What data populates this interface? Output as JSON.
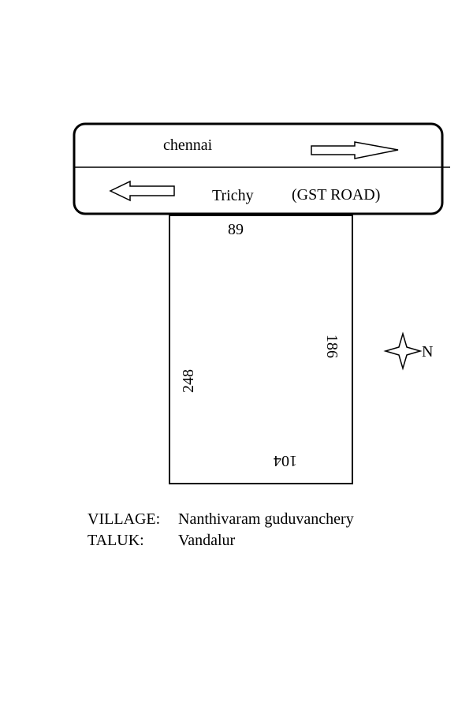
{
  "road": {
    "upper_direction": "chennai",
    "lower_direction": "Trichy",
    "name": "(GST ROAD)"
  },
  "plot": {
    "front_side": "89",
    "right_side": "186",
    "left_side": "248",
    "rear_side": "104"
  },
  "compass": {
    "label": "N"
  },
  "location": {
    "village_label": "VILLAGE:",
    "village_value": "Nanthivaram guduvanchery",
    "taluk_label": "TALUK:",
    "taluk_value": "Vandalur"
  }
}
